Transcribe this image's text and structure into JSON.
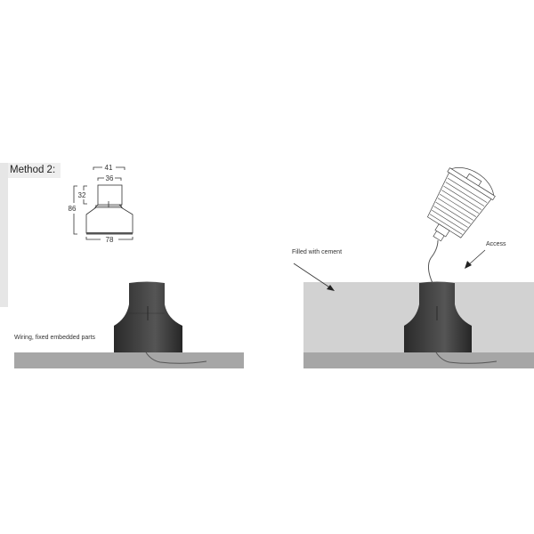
{
  "method": {
    "label": "Method 2:"
  },
  "dimensions": {
    "top_outer_width": "41",
    "top_inner_width": "36",
    "upper_height": "32",
    "total_height": "86",
    "base_width": "78"
  },
  "left_scene": {
    "caption": "Wiring, fixed embedded parts"
  },
  "right_scene": {
    "fill_label": "Filled with cement",
    "access_label": "Access"
  },
  "colors": {
    "ground": "#a6a6a6",
    "cement": "#d2d2d2",
    "housing": "#3a3a3a",
    "sidebar": "#e6e6e6"
  }
}
